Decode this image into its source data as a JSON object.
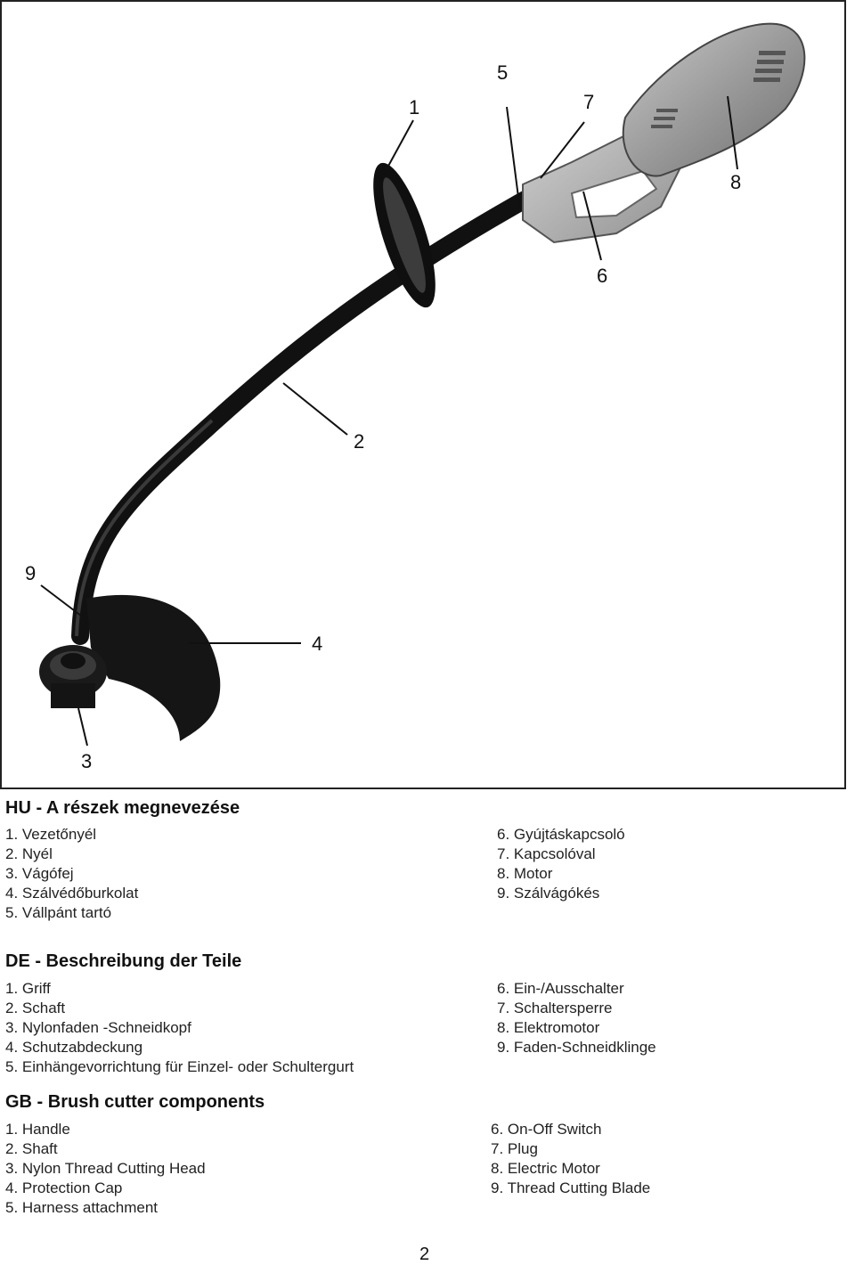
{
  "figure": {
    "callouts": [
      "1",
      "5",
      "7",
      "8",
      "6",
      "2",
      "9",
      "4",
      "3"
    ]
  },
  "sections": [
    {
      "title": "HU - A részek megnevezése",
      "left": [
        "1.  Vezetőnyél",
        "2.  Nyél",
        "3.  Vágófej",
        "4.  Szálvédőburkolat",
        "5.  Vállpánt tartó"
      ],
      "right": [
        "6.  Gyújtáskapcsoló",
        "7.  Kapcsolóval",
        "8.  Motor",
        "9.  Szálvágókés"
      ]
    },
    {
      "title": "DE - Beschreibung der Teile",
      "left": [
        "1.  Griff",
        "2.  Schaft",
        "3.  Nylonfaden -Schneidkopf",
        "4.  Schutzabdeckung",
        "5.  Einhängevorrichtung für Einzel- oder Schultergurt"
      ],
      "right": [
        "6.  Ein-/Ausschalter",
        "7.  Schaltersperre",
        "8.  Elektromotor",
        "9.  Faden-Schneidklinge"
      ]
    },
    {
      "title": "GB - Brush cutter components",
      "left": [
        "1.  Handle",
        "2.  Shaft",
        "3.  Nylon Thread Cutting Head",
        "4.  Protection Cap",
        "5.  Harness attachment"
      ],
      "right": [
        "6.  On-Off Switch",
        "7.  Plug",
        "8.  Electric Motor",
        "9.  Thread Cutting Blade"
      ]
    }
  ],
  "page_number": "2"
}
